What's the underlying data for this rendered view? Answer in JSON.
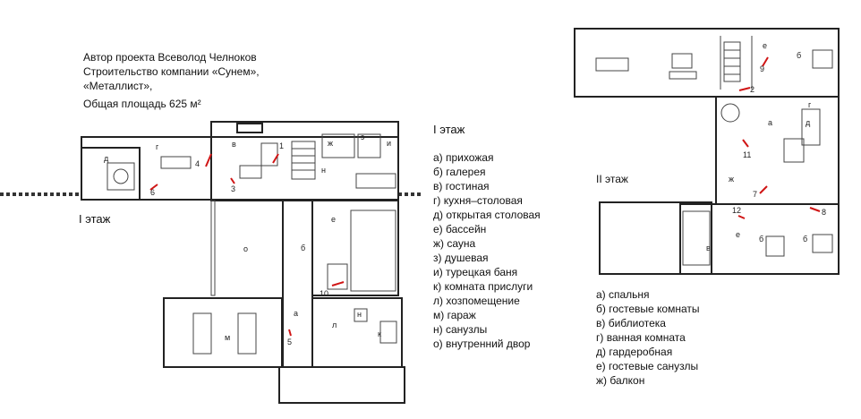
{
  "author": {
    "line1": "Автор проекта Всеволод Челноков",
    "line2": "Строительство компании «Сунем»,",
    "line3": "«Металлист»,",
    "area": "Общая площадь 625 м²"
  },
  "floor1": {
    "heading": "I этаж",
    "plan_label": "I этаж",
    "legend": [
      "а) прихожая",
      "б) галерея",
      "в) гостиная",
      "г) кухня–столовая",
      "д) открытая столовая",
      "е) бассейн",
      "ж) сауна",
      "з) душевая",
      "и) турецкая баня",
      "к) комната прислуги",
      "л) хозпомещение",
      "м) гараж",
      "н) санузлы",
      "о) внутренний двор"
    ],
    "room_letters": {
      "d": "д",
      "g": "г",
      "v": "в",
      "o": "о",
      "b": "б",
      "e": "е",
      "zh": "ж",
      "z": "з",
      "i": "и",
      "n": "н",
      "m": "м",
      "a": "а",
      "l": "л",
      "k": "к",
      "n2": "н"
    },
    "markers": [
      "1",
      "3",
      "4",
      "6",
      "10",
      "5"
    ]
  },
  "floor2": {
    "plan_label": "II этаж",
    "legend": [
      "а) спальня",
      "б) гостевые комнаты",
      "в) библиотека",
      "г) ванная комната",
      "д) гардеробная",
      "е) гостевые санузлы",
      "ж) балкон"
    ],
    "room_letters": {
      "e1": "е",
      "b1": "б",
      "g": "г",
      "a": "а",
      "d": "д",
      "zh": "ж",
      "v": "в",
      "e2": "е",
      "b2": "б",
      "b3": "б"
    },
    "markers": [
      "9",
      "2",
      "11",
      "7",
      "8",
      "12"
    ]
  }
}
